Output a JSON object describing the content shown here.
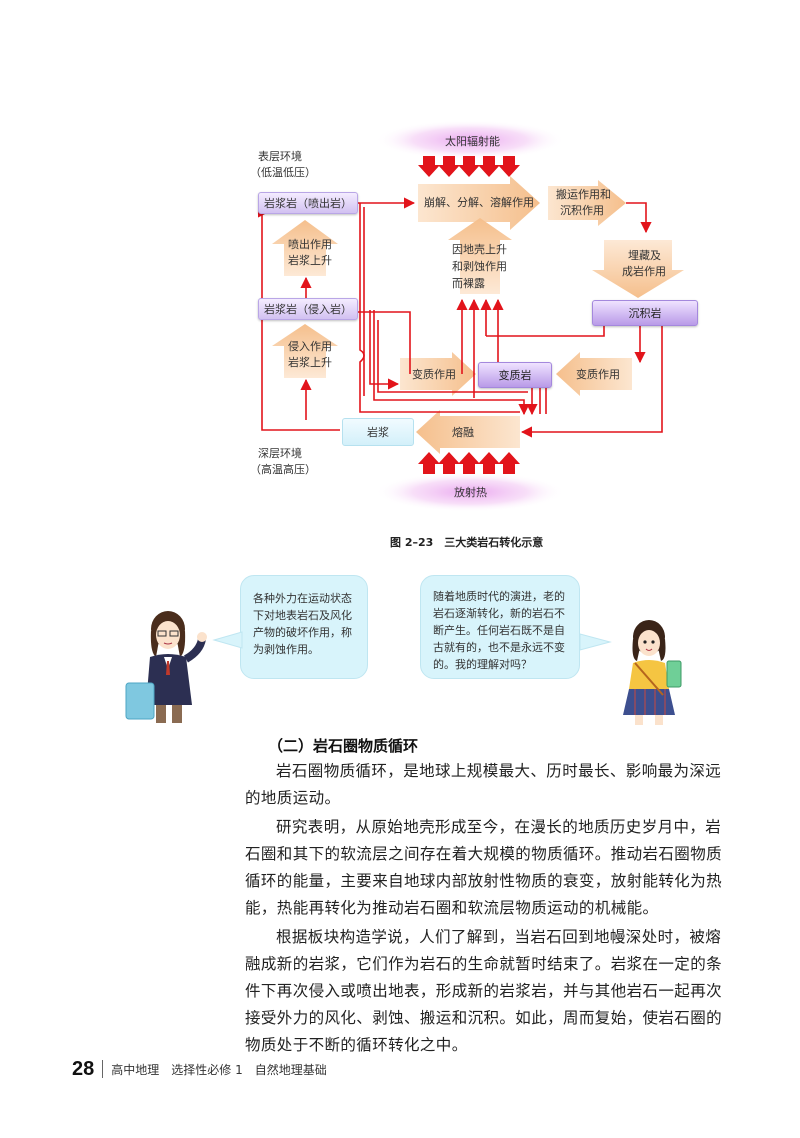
{
  "diagram": {
    "labels": {
      "surface_env": "表层环境",
      "surface_cond": "（低温低压）",
      "deep_env": "深层环境",
      "deep_cond": "（高温高压）",
      "solar": "太阳辐射能",
      "radio": "放射热",
      "weathering": "崩解、分解、溶解作用",
      "transport_1": "搬运作用和",
      "transport_2": "沉积作用",
      "burial_1": "埋藏及",
      "burial_2": "成岩作用",
      "uplift_1": "因地壳上升",
      "uplift_2": "和剥蚀作用",
      "uplift_3": "而裸露",
      "erupt_1": "喷出作用",
      "erupt_2": "岩浆上升",
      "intrude_1": "侵入作用",
      "intrude_2": "岩浆上升",
      "meta_left": "变质作用",
      "meta_right": "变质作用",
      "melt": "熔融"
    },
    "nodes": {
      "extrusive": "岩浆岩（喷出岩）",
      "intrusive": "岩浆岩（侵入岩）",
      "sedimentary": "沉积岩",
      "metamorphic": "变质岩",
      "magma": "岩浆"
    },
    "caption": "图 2–23　三大类岩石转化示意"
  },
  "bubbles": {
    "left": "各种外力在运动状态下对地表岩石及风化产物的破坏作用，称为剥蚀作用。",
    "right": "随着地质时代的演进，老的岩石逐渐转化，新的岩石不断产生。任何岩石既不是自古就有的，也不是永远不变的。我的理解对吗？"
  },
  "section": {
    "title": "（二）岩石圈物质循环",
    "paragraphs": [
      "岩石圈物质循环，是地球上规模最大、历时最长、影响最为深远的地质运动。",
      "研究表明，从原始地壳形成至今，在漫长的地质历史岁月中，岩石圈和其下的软流层之间存在着大规模的物质循环。推动岩石圈物质循环的能量，主要来自地球内部放射性物质的衰变，放射能转化为热能，热能再转化为推动岩石圈和软流层物质运动的机械能。",
      "根据板块构造学说，人们了解到，当岩石回到地幔深处时，被熔融成新的岩浆，它们作为岩石的生命就暂时结束了。岩浆在一定的条件下再次侵入或喷出地表，形成新的岩浆岩，并与其他岩石一起再次接受外力的风化、剥蚀、搬运和沉积。如此，周而复始，使岩石圈的物质处于不断的循环转化之中。"
    ]
  },
  "footer": {
    "page_number": "28",
    "book": "高中地理　选择性必修 1　自然地理基础"
  },
  "colors": {
    "arrow_red": "#e2141b",
    "arrow_orange": "#f6c9a0",
    "box_purple": "#c9b4ee",
    "bubble_cyan": "#d8f4fb"
  }
}
